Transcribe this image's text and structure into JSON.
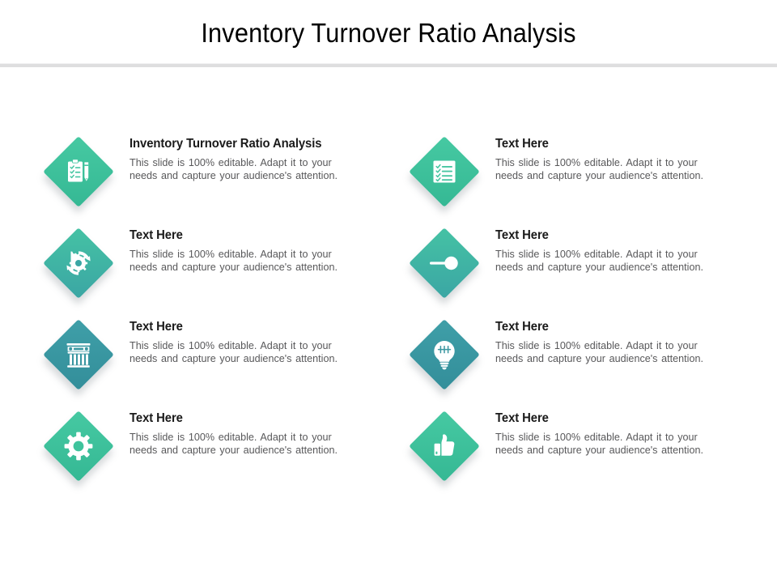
{
  "slide": {
    "title": "Inventory Turnover Ratio Analysis",
    "body_default": "This slide is 100% editable. Adapt it to your needs and capture your audience's attention.",
    "colors": {
      "green": "#3FC39C",
      "green_teal": "#3BA6A4",
      "teal": "#3A96A0",
      "title_text": "#000000",
      "heading_text": "#1A1A1A",
      "body_text": "#58585A",
      "rule": "#DEDEDF",
      "background": "#FFFFFF"
    }
  },
  "items": [
    {
      "id": "item-1",
      "column": "left",
      "row": 1,
      "heading": "Inventory Turnover Ratio Analysis",
      "body": "This slide is 100% editable. Adapt it to your needs and capture your audience's attention.",
      "icon": "clipboard-checklist-pen-icon",
      "badge_color": "#3FC39C",
      "badge_style": "green"
    },
    {
      "id": "item-2",
      "column": "right",
      "row": 1,
      "heading": "Text Here",
      "body": "This slide is 100% editable. Adapt it to your needs and capture your audience's attention.",
      "icon": "checklist-icon",
      "badge_color": "#3FC39C",
      "badge_style": "green"
    },
    {
      "id": "item-3",
      "column": "left",
      "row": 2,
      "heading": "Text Here",
      "body": "This slide is 100% editable. Adapt it to your needs and capture your audience's attention.",
      "icon": "gear-refresh-icon",
      "badge_color": "#3BA6A4",
      "badge_style": "mix"
    },
    {
      "id": "item-4",
      "column": "right",
      "row": 2,
      "heading": "Text Here",
      "body": "This slide is 100% editable. Adapt it to your needs and capture your audience's attention.",
      "icon": "line-dot-pin-icon",
      "badge_color": "#3BA6A4",
      "badge_style": "mix"
    },
    {
      "id": "item-5",
      "column": "left",
      "row": 3,
      "heading": "Text Here",
      "body": "This slide is 100% editable. Adapt it to your needs and capture your audience's attention.",
      "icon": "pillar-column-icon",
      "badge_color": "#3A96A0",
      "badge_style": "teal"
    },
    {
      "id": "item-6",
      "column": "right",
      "row": 3,
      "heading": "Text Here",
      "body": "This slide is 100% editable. Adapt it to your needs and capture your audience's attention.",
      "icon": "lightbulb-icon",
      "badge_color": "#3A96A0",
      "badge_style": "teal"
    },
    {
      "id": "item-7",
      "column": "left",
      "row": 4,
      "heading": "Text Here",
      "body": "This slide is 100% editable. Adapt it to your needs and capture your audience's attention.",
      "icon": "gear-icon",
      "badge_color": "#3FC39C",
      "badge_style": "green"
    },
    {
      "id": "item-8",
      "column": "right",
      "row": 4,
      "heading": "Text Here",
      "body": "This slide is 100% editable. Adapt it to your needs and capture your audience's attention.",
      "icon": "thumbs-up-icon",
      "badge_color": "#3FC39C",
      "badge_style": "green"
    }
  ]
}
